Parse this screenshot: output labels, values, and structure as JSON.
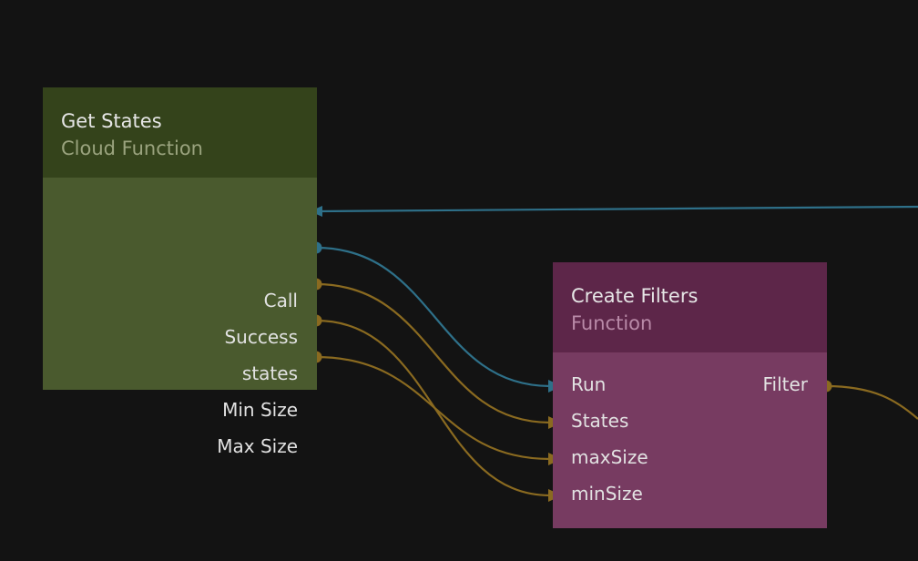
{
  "nodes": {
    "get_states": {
      "title": "Get States",
      "subtitle": "Cloud Function",
      "ports": [
        "Call",
        "Success",
        "states",
        "Min Size",
        "Max Size"
      ]
    },
    "create_filters": {
      "title": "Create Filters",
      "subtitle": "Function",
      "inputs": [
        "Run",
        "States",
        "maxSize",
        "minSize"
      ],
      "output": "Filter"
    }
  },
  "colors": {
    "background": "#131313",
    "signal_wire": "#2e7089",
    "data_wire": "#8a6a20",
    "cloud_function_header": "#34431b",
    "cloud_function_body": "#4a5a2e",
    "function_header": "#5d2649",
    "function_body": "#773b61"
  }
}
